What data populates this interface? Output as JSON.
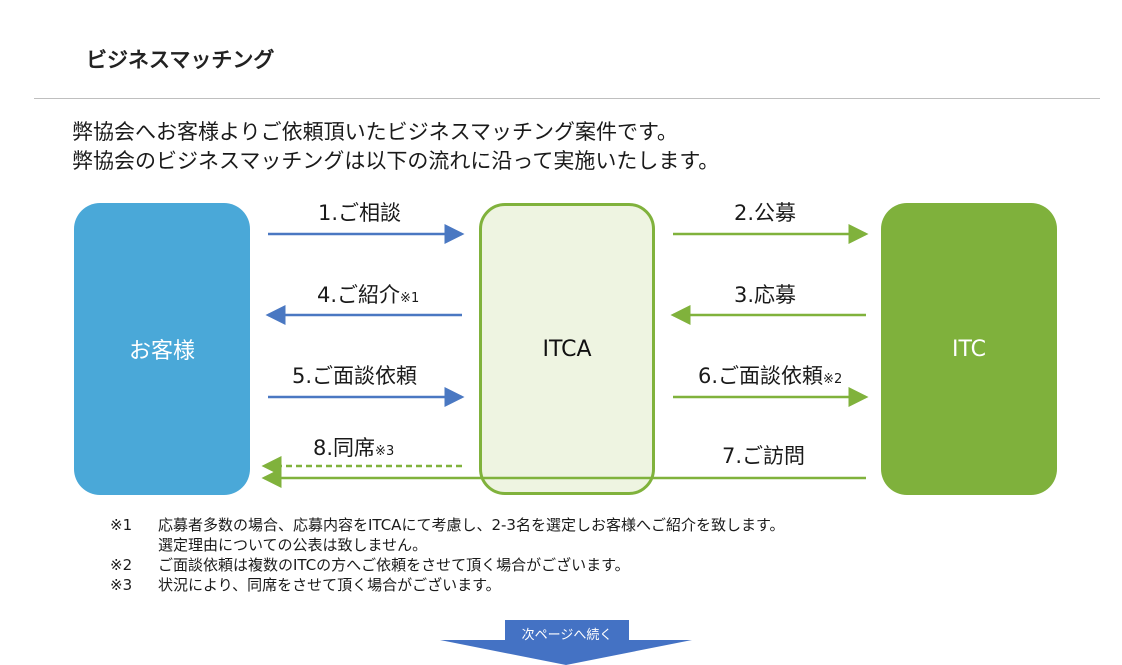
{
  "header": {
    "title": "ビジネスマッチング"
  },
  "intro": {
    "line1": "弊協会へお客様よりご依頼頂いたビジネスマッチング案件です。",
    "line2": "弊協会のビジネスマッチングは以下の流れに沿って実施いたします。"
  },
  "boxes": {
    "customer": "お客様",
    "itca": "ITCA",
    "itc": "ITC"
  },
  "steps": {
    "s1": "1.ご相談",
    "s2": "2.公募",
    "s3": "3.応募",
    "s4": "4.ご紹介",
    "s4_note": "※1",
    "s5": "5.ご面談依頼",
    "s6": "6.ご面談依頼",
    "s6_note": "※2",
    "s7": "7.ご訪問",
    "s8": "8.同席",
    "s8_note": "※3"
  },
  "notes": [
    {
      "mark": "※1",
      "text": "応募者多数の場合、応募内容をITCAにて考慮し、2-3名を選定しお客様へご紹介を致します。"
    },
    {
      "mark": "",
      "text": "選定理由についての公表は致しません。"
    },
    {
      "mark": "※2",
      "text": "ご面談依頼は複数のITCの方へご依頼をさせて頂く場合がございます。"
    },
    {
      "mark": "※3",
      "text": "状況により、同席をさせて頂く場合がございます。"
    }
  ],
  "next_page": {
    "label": "次ページへ続く"
  },
  "colors": {
    "blue": "#4a78c2",
    "green": "#80b23c",
    "customer": "#4aa8d8",
    "itc": "#7fb13c"
  }
}
